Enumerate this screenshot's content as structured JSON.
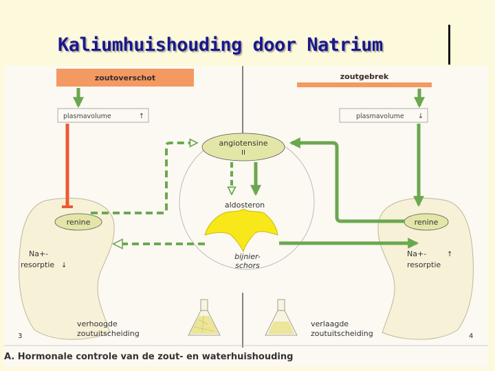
{
  "slide": {
    "title": "Kaliumhuishouding door Natrium"
  },
  "diagram": {
    "left_header": "zoutoverschot",
    "right_header": "zoutgebrek",
    "left_plasma": "plasmavolume",
    "left_plasma_arrow": "↑",
    "right_plasma": "plasmavolume",
    "right_plasma_arrow": "↓",
    "angiotensine_line1": "angiotensine",
    "angiotensine_line2": "II",
    "aldosteron": "aldosteron",
    "bijnier_line1": "bijnier-",
    "bijnier_line2": "schors",
    "left_renine": "renine",
    "right_renine": "renine",
    "left_na_line1": "Na+-",
    "left_na_line2": "resorptie",
    "left_na_arrow": "↓",
    "right_na_line1": "Na+-",
    "right_na_line2": "resorptie",
    "right_na_arrow": "↑",
    "left_excretion_line1": "verhoogde",
    "left_excretion_line2": "zoutuitscheiding",
    "right_excretion_line1": "verlaagde",
    "right_excretion_line2": "zoutuitscheiding",
    "panel_left_number": "3",
    "panel_right_number": "4",
    "caption": "A.  Hormonale controle van de zout- en waterhuishouding"
  },
  "colors": {
    "title": "#181890",
    "header_box": "#f39a62",
    "green_arrow": "#6aa84f",
    "red_arrow": "#ea5a34",
    "bubble": "#e3e6a7",
    "adrenal": "#f8e81a"
  }
}
